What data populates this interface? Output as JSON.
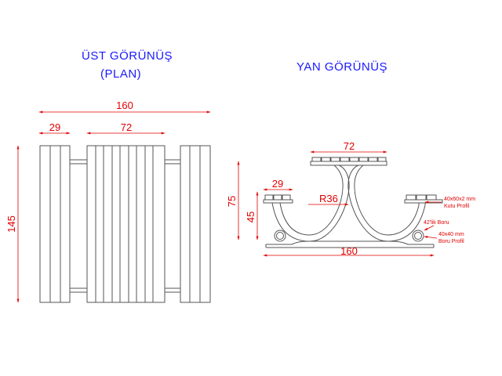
{
  "titles": {
    "top_view_line1": "ÜST GÖRÜNÜŞ",
    "top_view_line2": "(PLAN)",
    "side_view": "YAN GÖRÜNÜŞ"
  },
  "top_view_dims": {
    "overall_width": "160",
    "side_bench_width": "29",
    "table_width": "72",
    "length": "145"
  },
  "side_view_dims": {
    "table_width": "72",
    "bench_width": "29",
    "radius": "R36",
    "table_height": "75",
    "bench_height": "45",
    "overall_width": "160"
  },
  "notes": {
    "box_profile_line1": "40x60x2 mm",
    "box_profile_line2": "Kutu Profil",
    "pipe": "42'lik Boru",
    "square_pipe_line1": "40x40 mm",
    "square_pipe_line2": "Boru Profil"
  },
  "colors": {
    "title": "#1a1aff",
    "dimension": "#e00000",
    "outline": "#555555"
  }
}
